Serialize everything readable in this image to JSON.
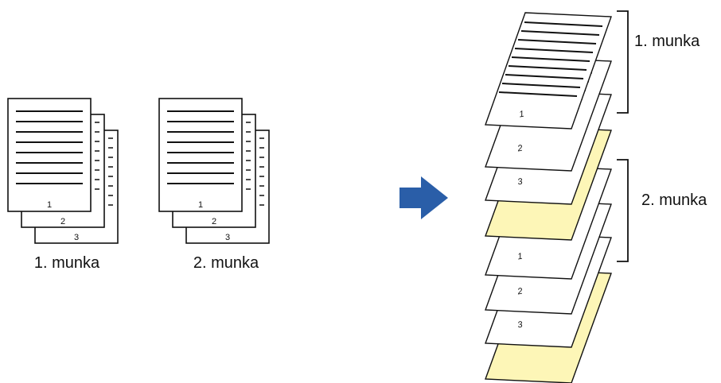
{
  "left_jobs": [
    {
      "label": "1. munka",
      "pages": [
        "1",
        "2",
        "3"
      ]
    },
    {
      "label": "2. munka",
      "pages": [
        "1",
        "2",
        "3"
      ]
    }
  ],
  "right_stack": {
    "pages": [
      "1",
      "2",
      "3",
      "1",
      "2",
      "3"
    ],
    "bracket_labels": [
      "1. munka",
      "2. munka"
    ]
  },
  "colors": {
    "separator_fill": "#fdf6b7",
    "arrow": "#2a5ea8",
    "paper": "#ffffff",
    "ink": "#111111"
  },
  "icons": [
    "right-arrow-icon"
  ]
}
